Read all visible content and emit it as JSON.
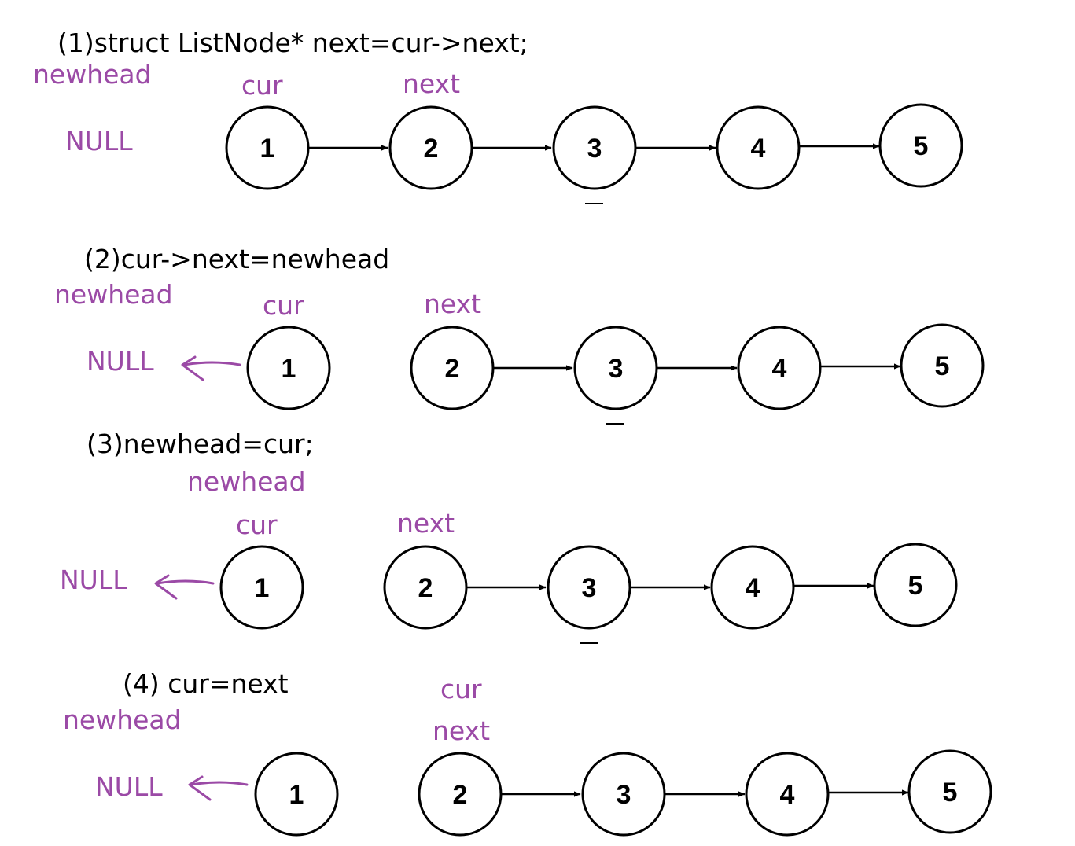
{
  "colors": {
    "pointer": "#9b4aa6",
    "ink": "#000000"
  },
  "nodes": [
    "1",
    "2",
    "3",
    "4",
    "5"
  ],
  "steps": [
    {
      "title": "(1)struct ListNode* next=cur->next;",
      "labels": {
        "newhead": "newhead",
        "null": "NULL",
        "cur": "cur",
        "next": "next"
      }
    },
    {
      "title": "(2)cur->next=newhead",
      "labels": {
        "newhead": "newhead",
        "null": "NULL",
        "cur": "cur",
        "next": "next"
      }
    },
    {
      "title": "(3)newhead=cur;",
      "labels": {
        "newhead": "newhead",
        "null": "NULL",
        "cur": "cur",
        "next": "next"
      }
    },
    {
      "title": "(4) cur=next",
      "labels": {
        "newhead": "newhead",
        "null": "NULL",
        "cur": "cur",
        "next": "next"
      }
    }
  ]
}
